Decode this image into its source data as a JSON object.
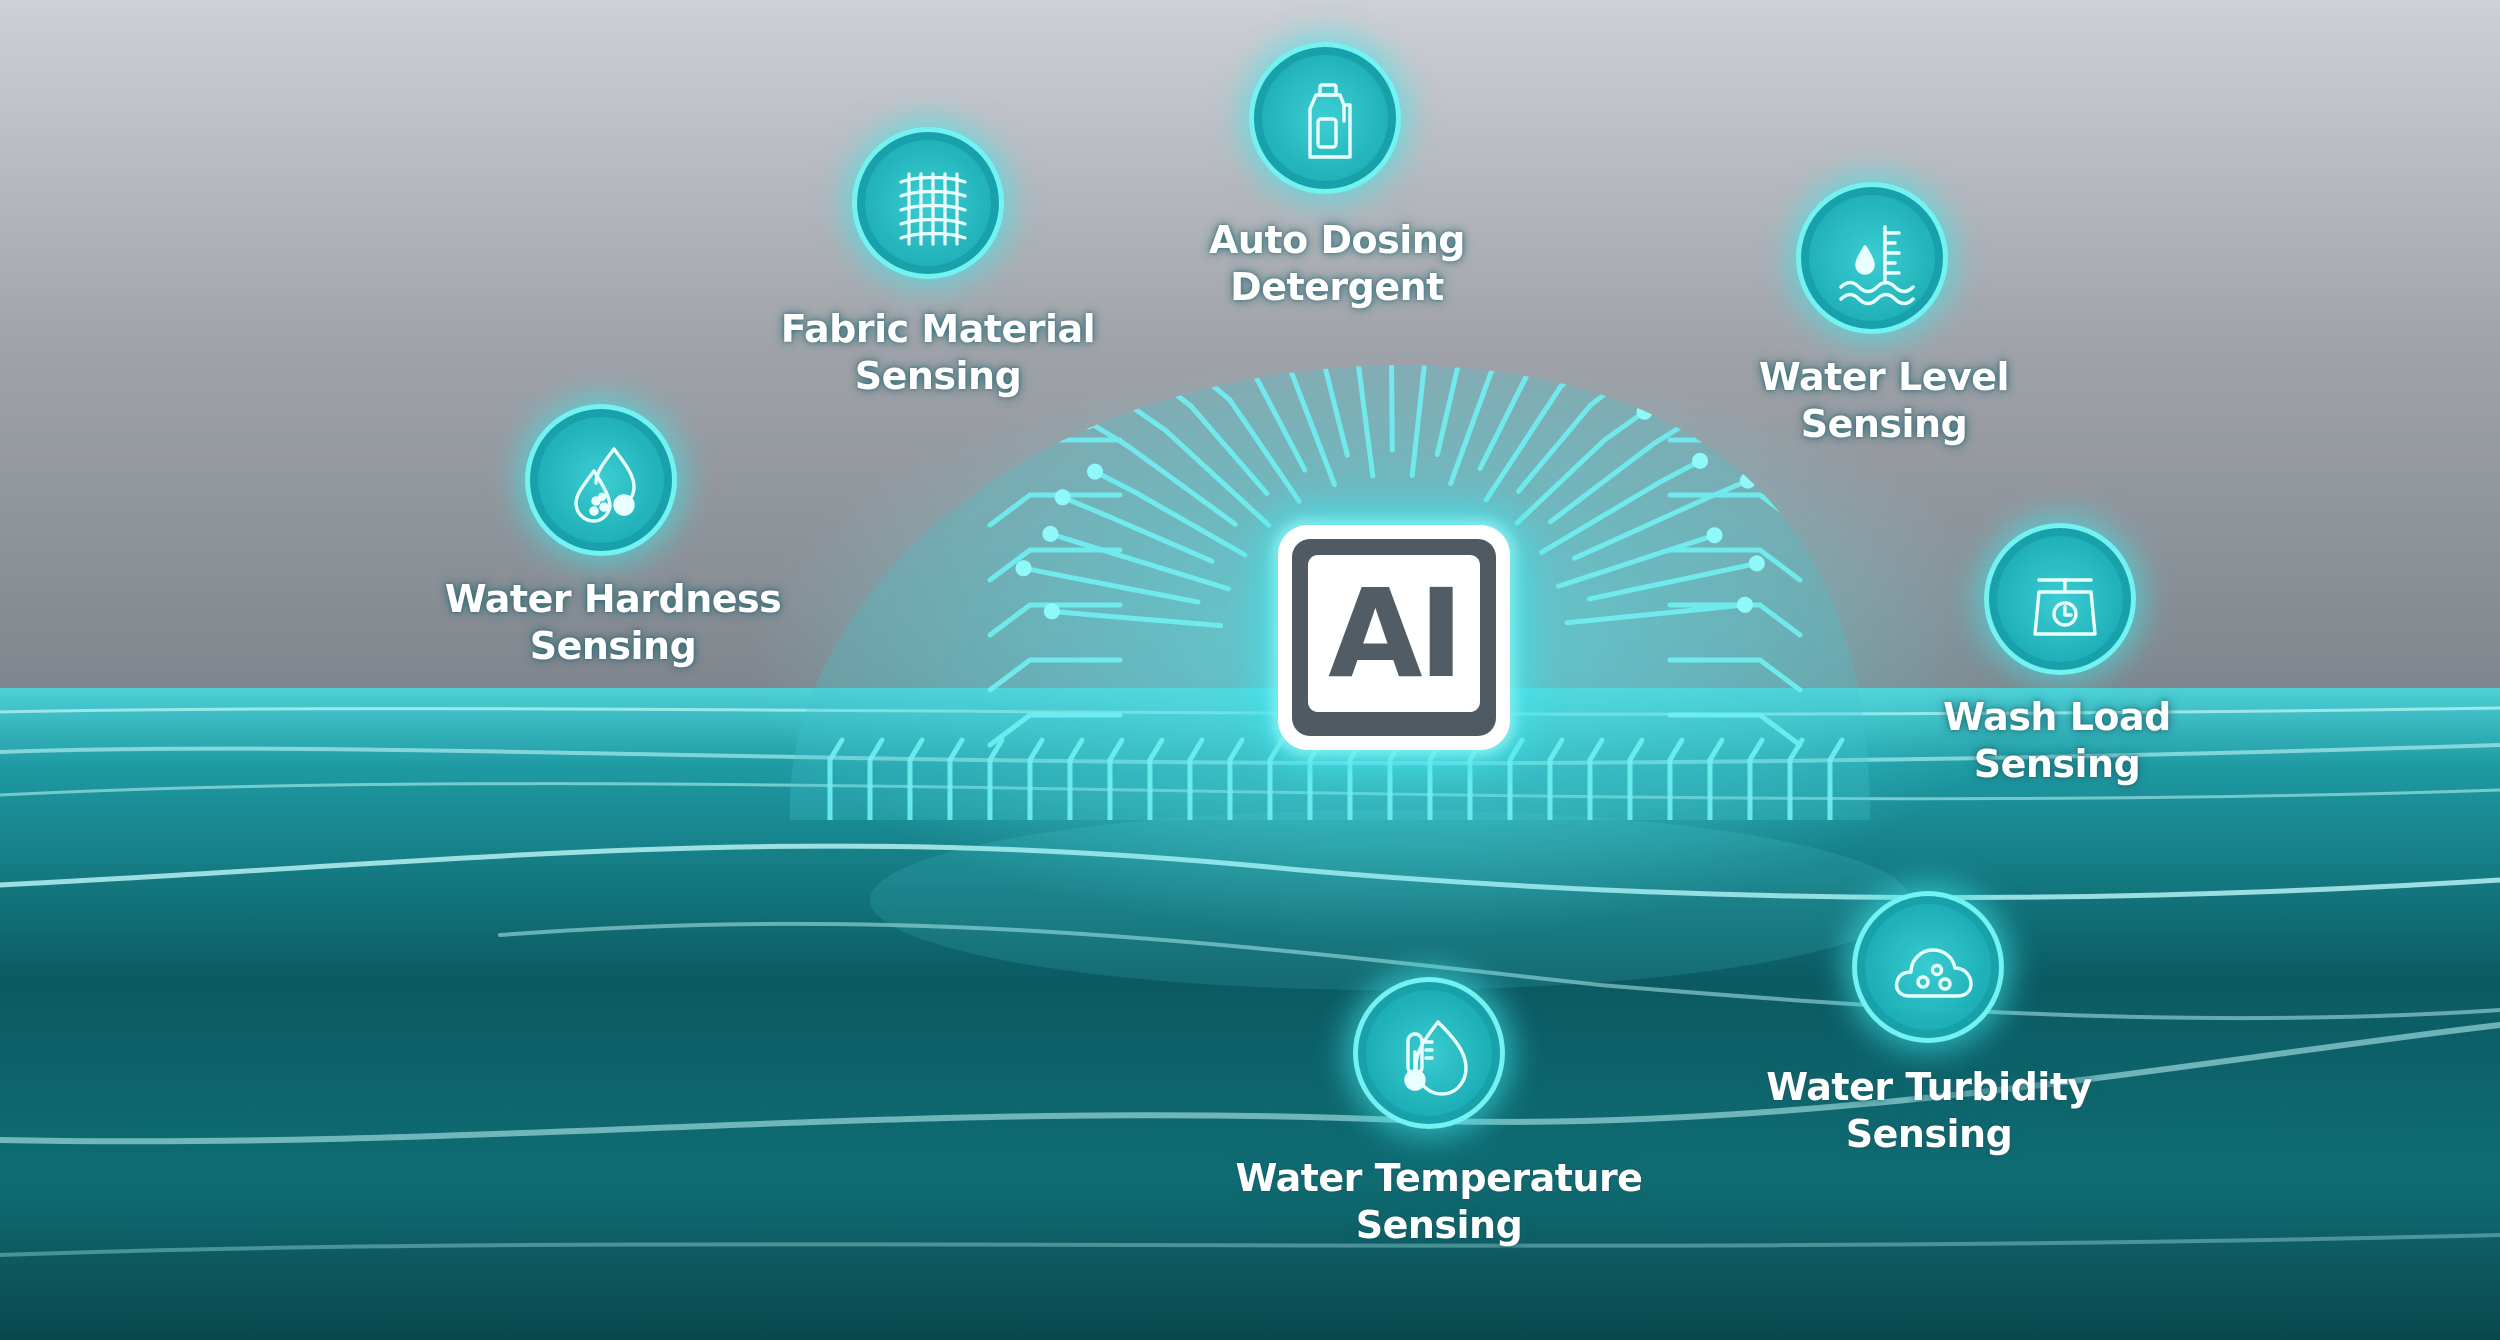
{
  "hub": {
    "text": "AI"
  },
  "features": [
    {
      "id": "fabric-material",
      "icon": "fabric-weave-icon",
      "lines": [
        "Fabric Material",
        "Sensing"
      ]
    },
    {
      "id": "auto-dosing",
      "icon": "detergent-bottle-icon",
      "lines": [
        "Auto Dosing",
        "Detergent"
      ]
    },
    {
      "id": "water-level",
      "icon": "water-level-gauge-icon",
      "lines": [
        "Water Level",
        "Sensing"
      ]
    },
    {
      "id": "water-hardness",
      "icon": "water-drops-icon",
      "lines": [
        "Water Hardness",
        "Sensing"
      ]
    },
    {
      "id": "wash-load",
      "icon": "weighing-scale-icon",
      "lines": [
        "Wash Load",
        "Sensing"
      ]
    },
    {
      "id": "water-turbidity",
      "icon": "cloud-particles-icon",
      "lines": [
        "Water Turbidity",
        "Sensing"
      ]
    },
    {
      "id": "water-temperature",
      "icon": "thermometer-drop-icon",
      "lines": [
        "Water  Temperature",
        "Sensing"
      ]
    }
  ],
  "colors": {
    "accent": "#3ee7ec",
    "node_fill": "#1fb1ba",
    "ai_text": "#525c64",
    "sky": "#c9cbd0",
    "water": "#0c5158"
  }
}
